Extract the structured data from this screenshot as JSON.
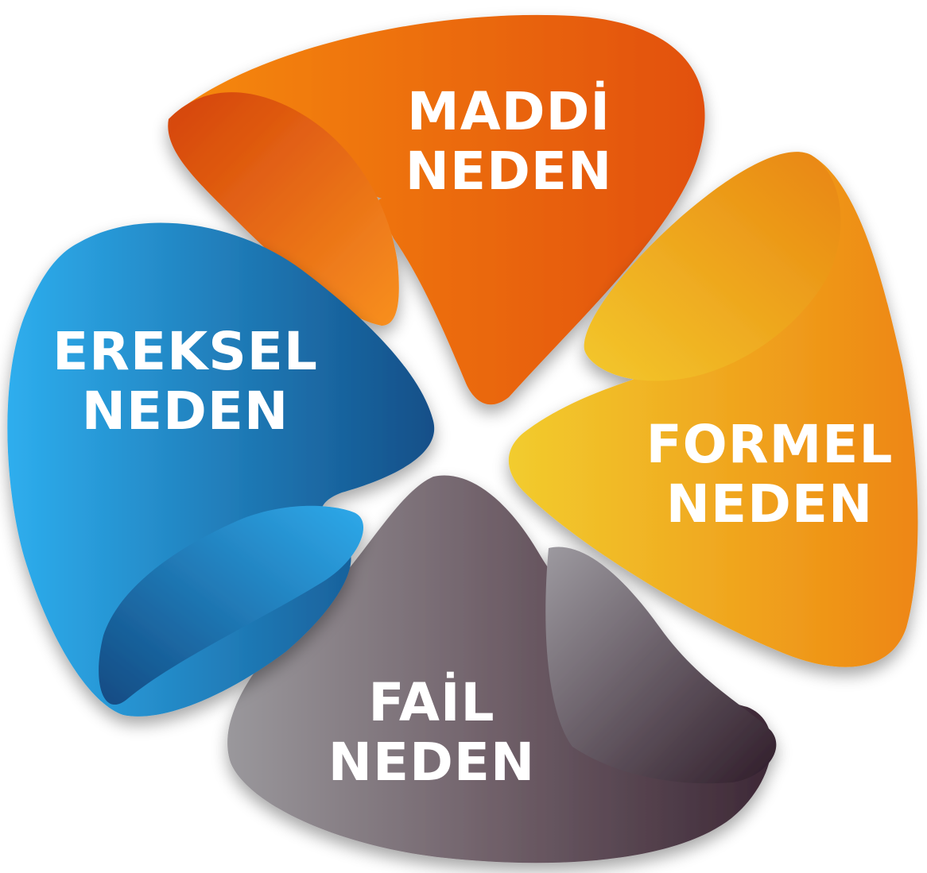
{
  "petals": [
    {
      "id": "maddi",
      "line1": "MADDİ",
      "line2": "NEDEN",
      "color_light": "#f47e0e",
      "color_dark": "#e4530c"
    },
    {
      "id": "formel",
      "line1": "FORMEL",
      "line2": "NEDEN",
      "color_light": "#f0c72c",
      "color_dark": "#ee8a16"
    },
    {
      "id": "fail",
      "line1": "FAİL",
      "line2": "NEDEN",
      "color_light": "#8c8a90",
      "color_dark": "#4a3342"
    },
    {
      "id": "ereksel",
      "line1": "EREKSEL",
      "line2": "NEDEN",
      "color_light": "#2aa7e8",
      "color_dark": "#14548c"
    }
  ]
}
